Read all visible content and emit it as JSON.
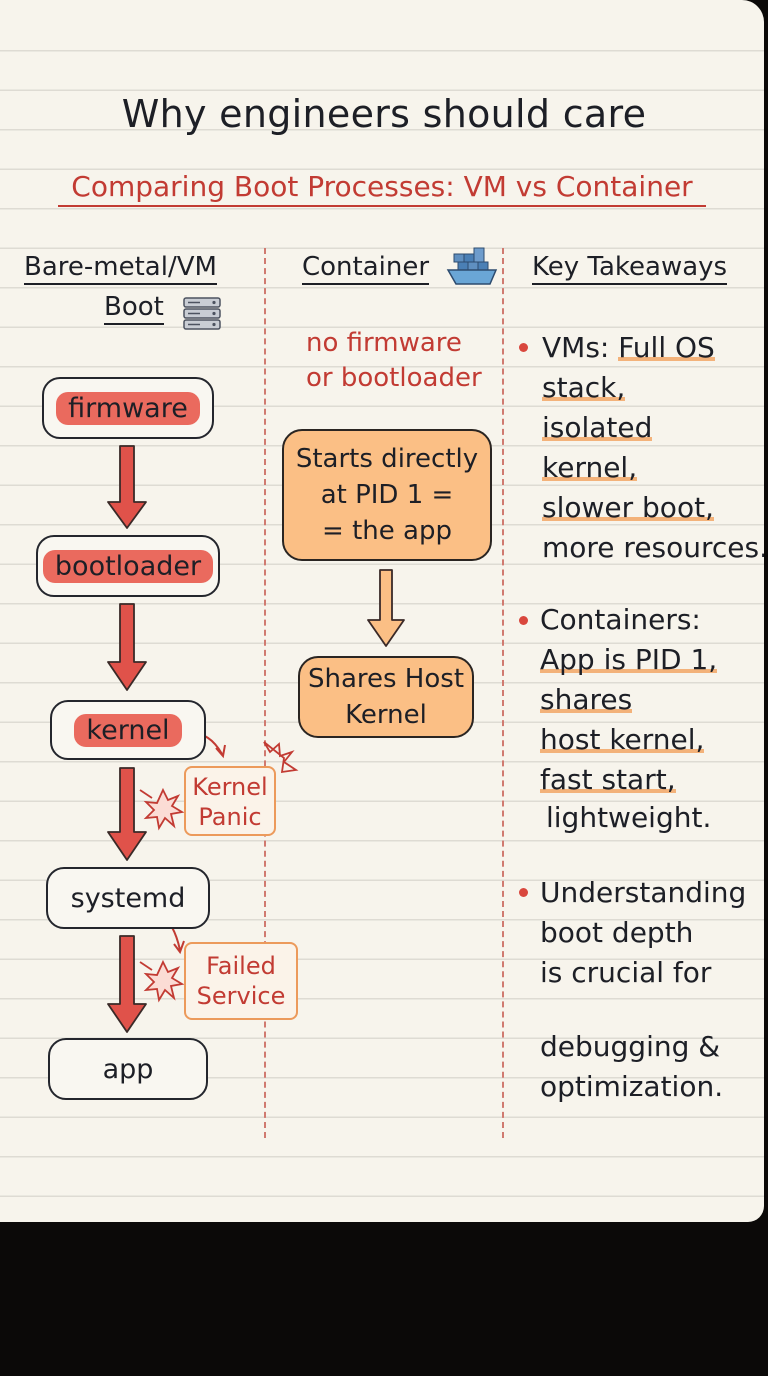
{
  "title": "Why engineers should care",
  "subtitle": "Comparing Boot Processes: VM vs Container",
  "columns": {
    "vm": {
      "heading_line1": "Bare-metal/VM",
      "heading_line2": "Boot",
      "icon": "server-icon"
    },
    "container": {
      "heading": "Container",
      "icon": "container-ship-icon"
    },
    "takeaways": {
      "heading": "Key Takeaways"
    }
  },
  "vm_flow": {
    "nodes": [
      "firmware",
      "bootloader",
      "kernel",
      "systemd",
      "app"
    ],
    "errors": {
      "kernel_panic": {
        "line1": "Kernel",
        "line2": "Panic"
      },
      "failed_service": {
        "line1": "Failed",
        "line2": "Service"
      }
    }
  },
  "container_flow": {
    "note_line1": "no firmware",
    "note_line2": "or bootloader",
    "step1_line1": "Starts directly",
    "step1_line2": "at PID 1 =",
    "step1_line3": "= the app",
    "step2_line1": "Shares Host",
    "step2_line2": "Kernel"
  },
  "takeaways": {
    "vm": [
      "VMs: ",
      "Full OS",
      "stack,",
      "isolated",
      "kernel,",
      "slower boot,",
      "more resources."
    ],
    "containers": [
      "Containers:",
      "App is PID 1,",
      "shares",
      "host kernel,",
      "fast start,",
      "lightweight."
    ],
    "understanding": [
      "Understanding",
      "boot depth",
      "is crucial for",
      "debugging &",
      "optimization."
    ]
  },
  "colors": {
    "red_accent": "#c23b33",
    "node_highlight": "#ea6a5e",
    "orange_box": "#fbbf85",
    "arrow_red": "#e0524a",
    "paper": "#f7f4ec"
  }
}
